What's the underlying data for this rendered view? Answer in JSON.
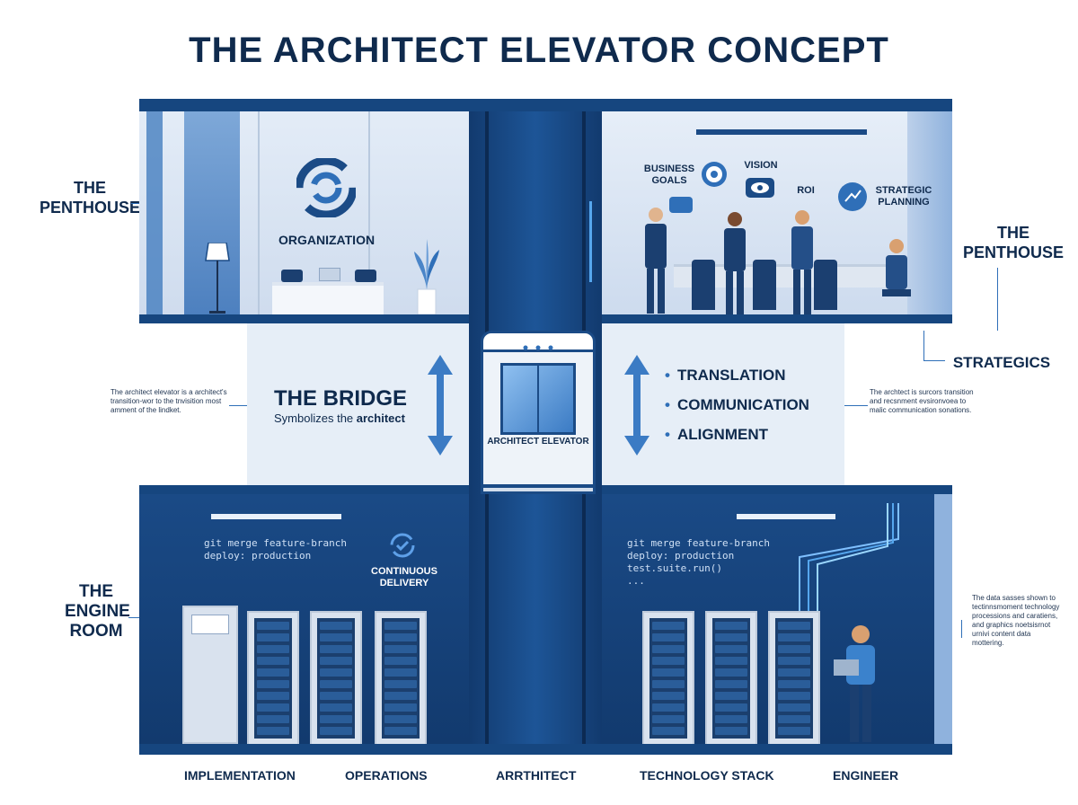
{
  "title": "THE ARCHITECT ELEVATOR CONCEPT",
  "left_labels": {
    "penthouse": "THE PENTHOUSE",
    "engine_room": "THE ENGINE ROOM"
  },
  "right_labels": {
    "penthouse": "THE PENTHOUSE",
    "strategics": "STRATEGICS"
  },
  "penthouse_left": {
    "organization": "ORGANIZATION"
  },
  "penthouse_right": {
    "bubbles": [
      "BUSINESS GOALS",
      "VISION",
      "ROI",
      "STRATEGIC PLANNING"
    ]
  },
  "bridge": {
    "title": "THE BRIDGE",
    "subtitle_prefix": "Symbolizes the ",
    "subtitle_bold": "architect",
    "bullets": [
      "TRANSLATION",
      "COMMUNICATION",
      "ALIGNMENT"
    ]
  },
  "elevator": {
    "label": "ARCHITECT ELEVATOR"
  },
  "notes": {
    "left": "The architect elevator is a architect's transition-wor to the tnvisition most amment of the lindket.",
    "right": "The archtect is surcors transition and recsnment evsironvoea to malic communication sonations.",
    "engine": "The data sasses shown to tectinnsmoment technology processions and caratiens, and graphics noetsisrnot urnivi content data mottering."
  },
  "engine_left": {
    "code": "git merge feature-branch\ndeploy: production",
    "delivery": "CONTINUOUS DELIVERY"
  },
  "engine_right": {
    "code": "git merge feature-branch\ndeploy: production\ntest.suite.run()\n..."
  },
  "bottom_labels": [
    "IMPLEMENTATION",
    "OPERATIONS",
    "ARRTHITECT",
    "TECHNOLOGY STACK",
    "ENGINEER"
  ],
  "colors": {
    "navy": "#0f2a4d",
    "accent": "#2f6fb8",
    "structure": "#16467f"
  }
}
